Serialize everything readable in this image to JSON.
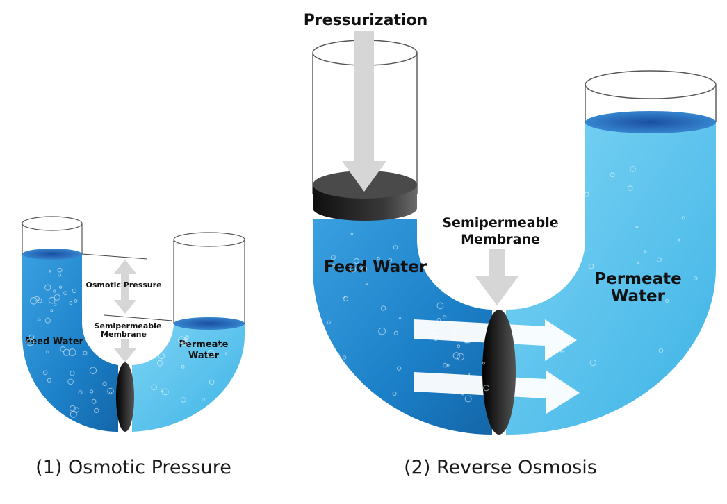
{
  "diagram1": {
    "caption": "(1) Osmotic Pressure",
    "labels": {
      "osmotic_pressure": "Osmotic Pressure",
      "membrane_line1": "Semipermeable",
      "membrane_line2": "Membrane",
      "feed_water": "Feed Water",
      "permeate_line1": "Permeate",
      "permeate_line2": "Water"
    }
  },
  "diagram2": {
    "caption": "(2) Reverse Osmosis",
    "labels": {
      "pressurization": "Pressurization",
      "membrane_line1": "Semipermeable",
      "membrane_line2": "Membrane",
      "feed_water": "Feed Water",
      "permeate_line1": "Permeate",
      "permeate_line2": "Water"
    }
  },
  "colors": {
    "feed_water": "#1e88d0",
    "permeate_water": "#52c0ec",
    "membrane": "#2a2a2a",
    "arrow_gray": "#d6d6d6",
    "flow_arrow": "#ffffff"
  }
}
